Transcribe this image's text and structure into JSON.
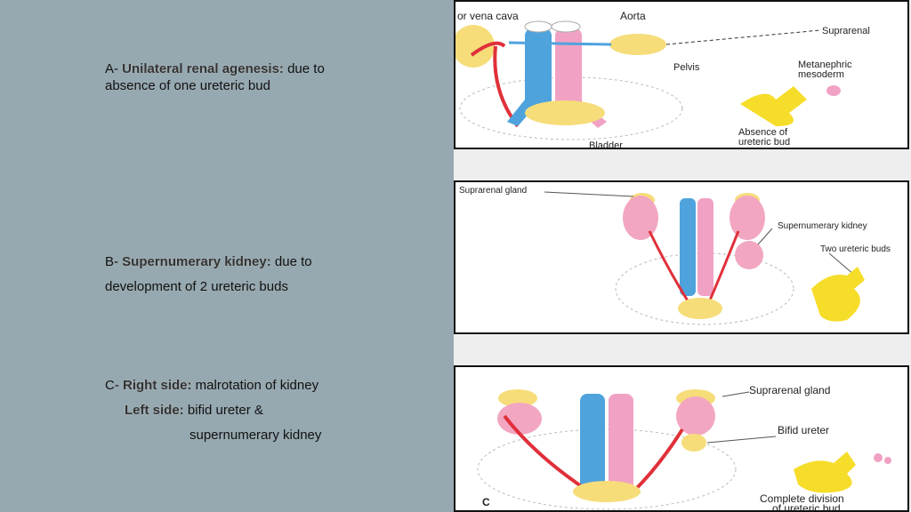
{
  "section_a": {
    "prefix": "A-",
    "term": "Unilateral renal agenesis:",
    "desc1": " due to",
    "desc2": "absence of one ureteric bud"
  },
  "section_b": {
    "prefix": "B-",
    "term": "Supernumerary kidney:",
    "desc1": " due to",
    "desc2": "development of 2 ureteric buds"
  },
  "section_c": {
    "prefix": "C-",
    "term_right": "Right side:",
    "desc_right": " malrotation of kidney",
    "term_left": "Left side:",
    "desc_left": " bifid ureter &",
    "desc_left2": "supernumerary kidney"
  },
  "panel_a": {
    "vena_cava": "or vena cava",
    "aorta": "Aorta",
    "suprarenal": "Suprarenal",
    "pelvis": "Pelvis",
    "metanephric1": "Metanephric",
    "metanephric2": "mesoderm",
    "absence1": "Absence of",
    "absence2": "ureteric bud",
    "bladder": "Bladder"
  },
  "panel_b": {
    "suprarenal": "Suprarenal gland",
    "supernumerary": "Supernumerary kidney",
    "two_buds": "Two ureteric buds"
  },
  "panel_c": {
    "suprarenal": "Suprarenal gland",
    "bifid": "Bifid ureter",
    "complete1": "Complete division",
    "complete2": "of ureteric bud",
    "letter": "C"
  },
  "colors": {
    "background": "#97a9b0",
    "vein": "#4fa3dd",
    "artery": "#f1a2c4",
    "ureter": "#e0303a",
    "gland": "#f6dd7a",
    "kidney": "#f2a6c2"
  }
}
